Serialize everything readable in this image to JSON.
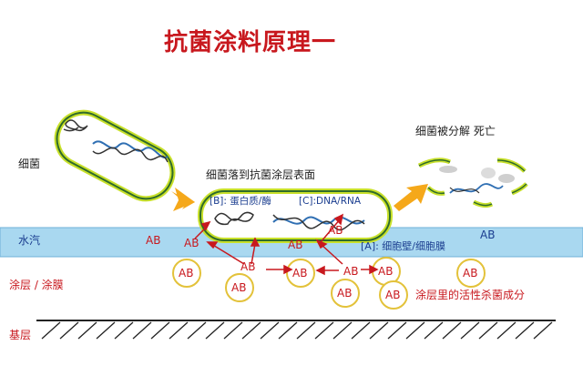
{
  "title": "抗菌涂料原理一",
  "labels": {
    "bacteria": "细菌",
    "water_vapor": "水汽",
    "coating": "涂层 / 涂膜",
    "substrate": "基层",
    "landing": "细菌落到抗菌涂层表面",
    "decomposed": "细菌被分解 死亡",
    "protein": "[B]: 蛋白质/酶",
    "dna": "[C]:DNA/RNA",
    "cell_wall": "[A]: 细胞壁/细胞膜",
    "active_ingredient": "涂层里的活性杀菌成分"
  },
  "ab_text": "AB",
  "colors": {
    "title": "#c8181e",
    "water_band": "#a9d8f0",
    "ab": "#c8181e",
    "circle": "#e3c23a",
    "arrow_orange": "#f5a81a",
    "bacteria_outline": "#2f6b2a",
    "membrane_lime": "#c8e02a",
    "dna_blue": "#2f6fb3"
  }
}
